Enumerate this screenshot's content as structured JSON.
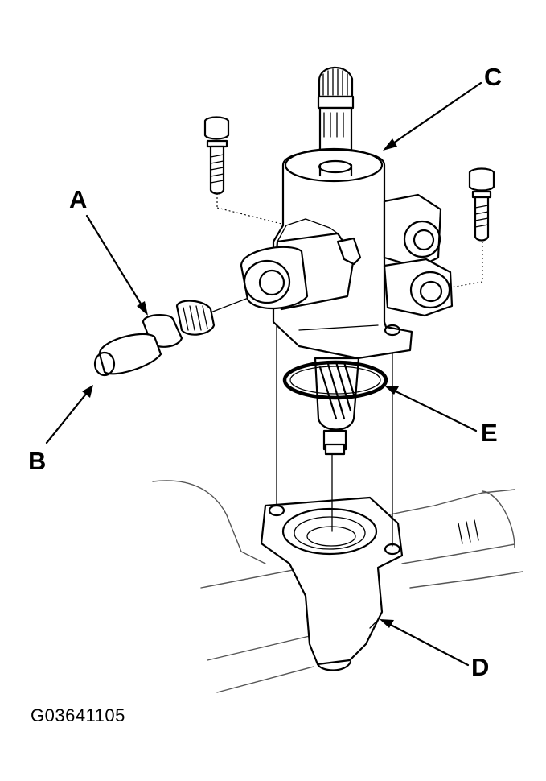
{
  "figure_id": "G03641105",
  "callouts": {
    "a": "A",
    "b": "B",
    "c": "C",
    "d": "D",
    "e": "E"
  },
  "colors": {
    "ink": "#000000",
    "background": "#ffffff"
  }
}
